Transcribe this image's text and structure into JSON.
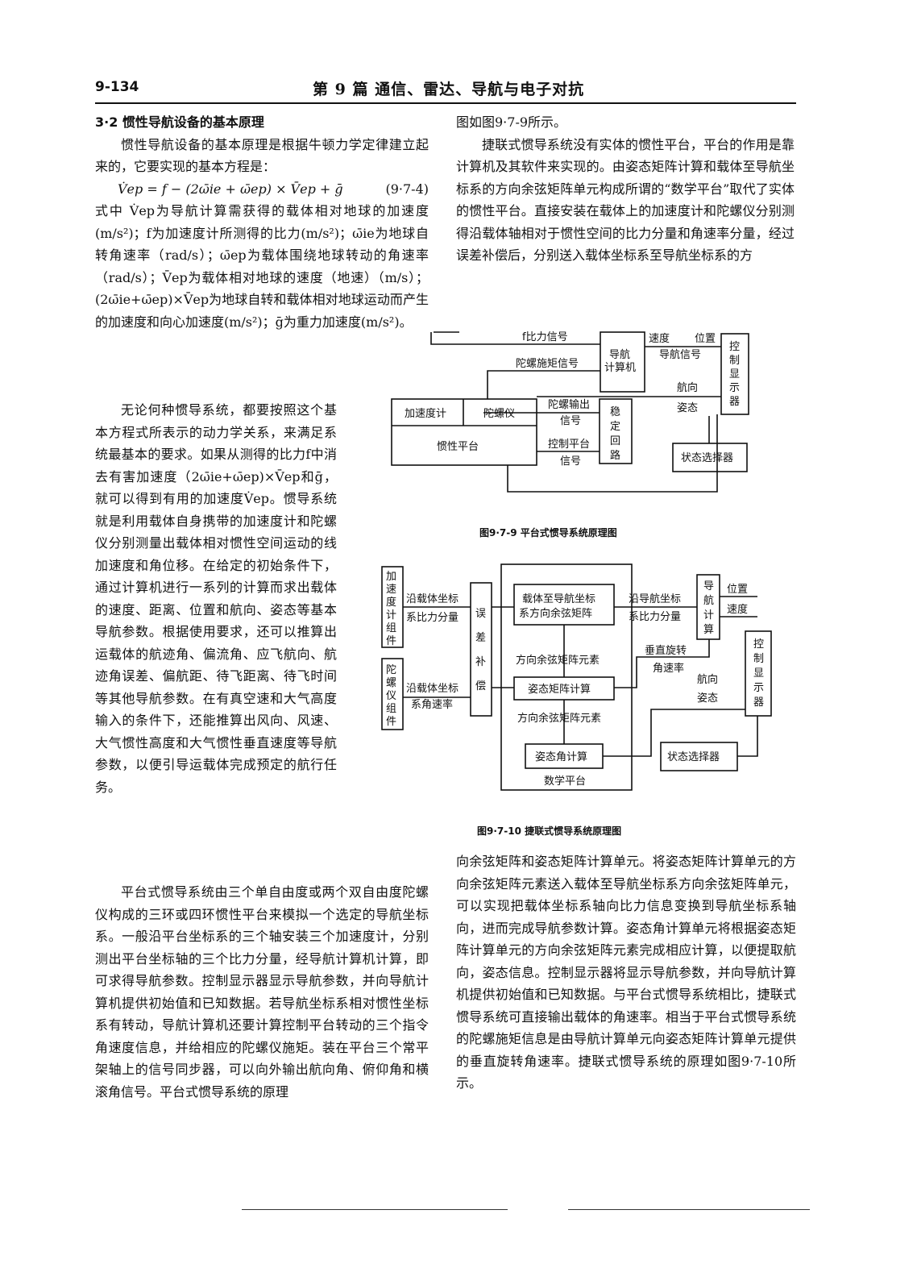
{
  "header": {
    "page_number": "9-134",
    "title": "第 9 篇   通信、雷达、导航与电子对抗"
  },
  "section": {
    "heading": "3·2   惯性导航设备的基本原理"
  },
  "left_column": {
    "p1": "惯性导航设备的基本原理是根据牛顿力学定律建立起来的，它要实现的基本方程是：",
    "equation": "V̇ep = f − (2ω̄ie + ω̄ep) × V̄ep + ḡ",
    "equation_number": "(9·7-4)",
    "p2": "式中 V̇ep为导航计算需获得的载体相对地球的加速度(m/s²)；f为加速度计所测得的比力(m/s²)；ω̄ie为地球自转角速率（rad/s）；ω̄ep为载体围绕地球转动的角速率（rad/s）；V̄ep为载体相对地球的速度（地速）（m/s）；(2ω̄ie+ω̄ep)×V̄ep为地球自转和载体相对地球运动而产生的加速度和向心加速度(m/s²)；ḡ为重力加速度(m/s²)。",
    "p3": "无论何种惯导系统，都要按照这个基本方程式所表示的动力学关系，来满足系统最基本的要求。如果从测得的比力f中消去有害加速度（2ω̄ie+ω̄ep)×V̄ep和ḡ，就可以得到有用的加速度V̇ep。惯导系统就是利用载体自身携带的加速度计和陀螺仪分别测量出载体相对惯性空间运动的线加速度和角位移。在给定的初始条件下，通过计算机进行一系列的计算而求出载体的速度、距离、位置和航向、姿态等基本导航参数。根据使用要求，还可以推算出运载体的航迹角、偏流角、应飞航向、航迹角误差、偏航距、待飞距离、待飞时间等其他导航参数。在有真空速和大气高度输入的条件下，还能推算出风向、风速、大气惯性高度和大气惯性垂直速度等导航参数，以便引导运载体完成预定的航行任务。",
    "p4": "平台式惯导系统由三个单自由度或两个双自由度陀螺仪构成的三环或四环惯性平台来模拟一个选定的导航坐标系。一般沿平台坐标系的三个轴安装三个加速度计，分别测出平台坐标轴的三个比力分量，经导航计算机计算，即可求得导航参数。控制显示器显示导航参数，并向导航计算机提供初始值和已知数据。若导航坐标系相对惯性坐标系有转动，导航计算机还要计算控制平台转动的三个指令角速度信息，并给相应的陀螺仪施矩。装在平台三个常平架轴上的信号同步器，可以向外输出航向角、俯仰角和横滚角信号。平台式惯导系统的原理"
  },
  "right_column": {
    "p1": "图如图9·7-9所示。",
    "p2": "捷联式惯导系统没有实体的惯性平台，平台的作用是靠计算机及其软件来实现的。由姿态矩阵计算和载体至导航坐标系的方向余弦矩阵单元构成所谓的“数学平台”取代了实体的惯性平台。直接安装在载体上的加速度计和陀螺仪分别测得沿载体轴相对于惯性空间的比力分量和角速率分量，经过误差补偿后，分别送入载体坐标系至导航坐标系的方",
    "p3": "向余弦矩阵和姿态矩阵计算单元。将姿态矩阵计算单元的方向余弦矩阵元素送入载体至导航坐标系方向余弦矩阵单元，可以实现把载体坐标系轴向比力信息变换到导航坐标系轴向，进而完成导航参数计算。姿态角计算单元将根据姿态矩阵计算单元的方向余弦矩阵元素完成相应计算，以便提取航向，姿态信息。控制显示器将显示导航参数，并向导航计算机提供初始值和已知数据。与平台式惯导系统相比，捷联式惯导系统可直接输出载体的角速率。相当于平台式惯导系统的陀螺施矩信息是由导航计算单元向姿态矩阵计算单元提供的垂直旋转角速率。捷联式惯导系统的原理如图9·7-10所示。"
  },
  "figure1": {
    "caption": "图9·7-9    平台式惯导系统原理图",
    "labels": {
      "f_signal": "f比力信号",
      "speed": "速度",
      "position": "位置",
      "nav_signal": "导航信号",
      "gyro_torque": "陀螺施矩信号",
      "nav_computer": [
        "导航",
        "计算机"
      ],
      "control_display": [
        "控",
        "制",
        "显",
        "示",
        "器"
      ],
      "accelerometer": "加速度计",
      "gyro": "陀螺仪",
      "platform": "惯性平台",
      "gyro_out_1": "陀螺输出",
      "gyro_out_2": "信号",
      "ctrl_platform_1": "控制平台",
      "ctrl_platform_2": "信号",
      "stab_loop": [
        "稳",
        "定",
        "回",
        "路"
      ],
      "heading": "航向",
      "attitude": "姿态",
      "mode_selector": "状态选择器"
    }
  },
  "figure2": {
    "caption": "图9·7-10    捷联式惯导系统原理图",
    "labels": {
      "accel_group": [
        "加",
        "速",
        "度",
        "计",
        "组",
        "件"
      ],
      "gyro_group": [
        "陀",
        "螺",
        "仪",
        "组",
        "件"
      ],
      "body_force_1": "沿载体坐标",
      "body_force_2": "系比力分量",
      "body_rate_1": "沿载体坐标",
      "body_rate_2": "系角速率",
      "error_comp": [
        "误",
        "差",
        "补",
        "偿"
      ],
      "dcm_1": "载体至导航坐标",
      "dcm_2": "系方向余弦矩阵",
      "nav_force_1": "沿导航坐标",
      "nav_force_2": "系比力分量",
      "nav_calc": [
        "导",
        "航",
        "计",
        "算"
      ],
      "position": "位置",
      "velocity": "速度",
      "dcm_elements_a": "方向余弦矩阵元素",
      "vertical_rate_1": "垂直旋转",
      "vertical_rate_2": "角速率",
      "attitude_matrix": "姿态矩阵计算",
      "heading": "航向",
      "attitude": "姿态",
      "control_display": [
        "控",
        "制",
        "显",
        "示",
        "器"
      ],
      "dcm_elements_b": "方向余弦矩阵元素",
      "attitude_angle": "姿态角计算",
      "mode_selector": "状态选择器",
      "math_platform": "数学平台"
    }
  }
}
